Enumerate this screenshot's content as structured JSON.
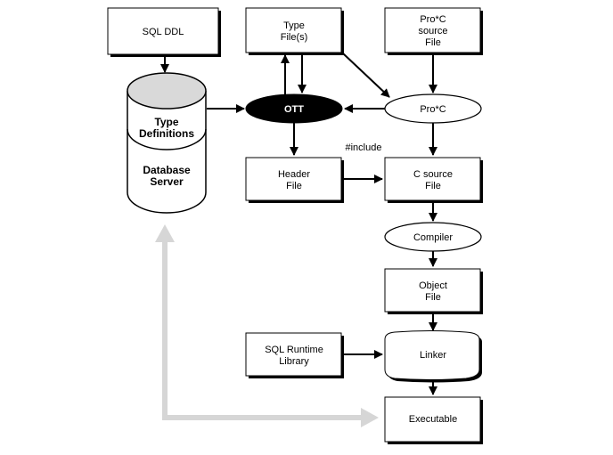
{
  "diagram": {
    "nodes": {
      "sql_ddl": {
        "lines": [
          "SQL DDL"
        ],
        "shape": "box"
      },
      "database": {
        "top_lines": [
          "Type",
          "Definitions"
        ],
        "bottom_lines": [
          "Database",
          "Server"
        ],
        "shape": "cylinder",
        "top_color": "#d9d9d9"
      },
      "type_files": {
        "lines": [
          "Type",
          "File(s)"
        ],
        "shape": "box"
      },
      "ott": {
        "lines": [
          "OTT"
        ],
        "shape": "ellipse-filled",
        "fill": "#000000",
        "text_color": "#ffffff"
      },
      "proc_source": {
        "lines": [
          "Pro*C",
          "source",
          "File"
        ],
        "shape": "box"
      },
      "proc": {
        "lines": [
          "Pro*C"
        ],
        "shape": "ellipse"
      },
      "header_file": {
        "lines": [
          "Header",
          "File"
        ],
        "shape": "box"
      },
      "c_source": {
        "lines": [
          "C source",
          "File"
        ],
        "shape": "box"
      },
      "compiler": {
        "lines": [
          "Compiler"
        ],
        "shape": "ellipse"
      },
      "object_file": {
        "lines": [
          "Object",
          "File"
        ],
        "shape": "box"
      },
      "sql_runtime": {
        "lines": [
          "SQL Runtime",
          "Library"
        ],
        "shape": "box"
      },
      "linker": {
        "lines": [
          "Linker"
        ],
        "shape": "rounded-box"
      },
      "executable": {
        "lines": [
          "Executable"
        ],
        "shape": "box"
      }
    },
    "edge_labels": {
      "include": "#include"
    },
    "edges": [
      {
        "from": "sql_ddl",
        "to": "database"
      },
      {
        "from": "database",
        "to": "ott"
      },
      {
        "from": "ott",
        "to": "type_files"
      },
      {
        "from": "type_files",
        "to": "ott"
      },
      {
        "from": "type_files",
        "to": "proc"
      },
      {
        "from": "proc_source",
        "to": "proc"
      },
      {
        "from": "proc",
        "to": "ott"
      },
      {
        "from": "ott",
        "to": "header_file"
      },
      {
        "from": "proc",
        "to": "c_source"
      },
      {
        "from": "header_file",
        "to": "c_source",
        "label": "#include"
      },
      {
        "from": "c_source",
        "to": "compiler"
      },
      {
        "from": "compiler",
        "to": "object_file"
      },
      {
        "from": "object_file",
        "to": "linker"
      },
      {
        "from": "sql_runtime",
        "to": "linker"
      },
      {
        "from": "linker",
        "to": "executable"
      },
      {
        "from": "executable",
        "to": "database",
        "style": "gray-bidirectional"
      }
    ]
  }
}
